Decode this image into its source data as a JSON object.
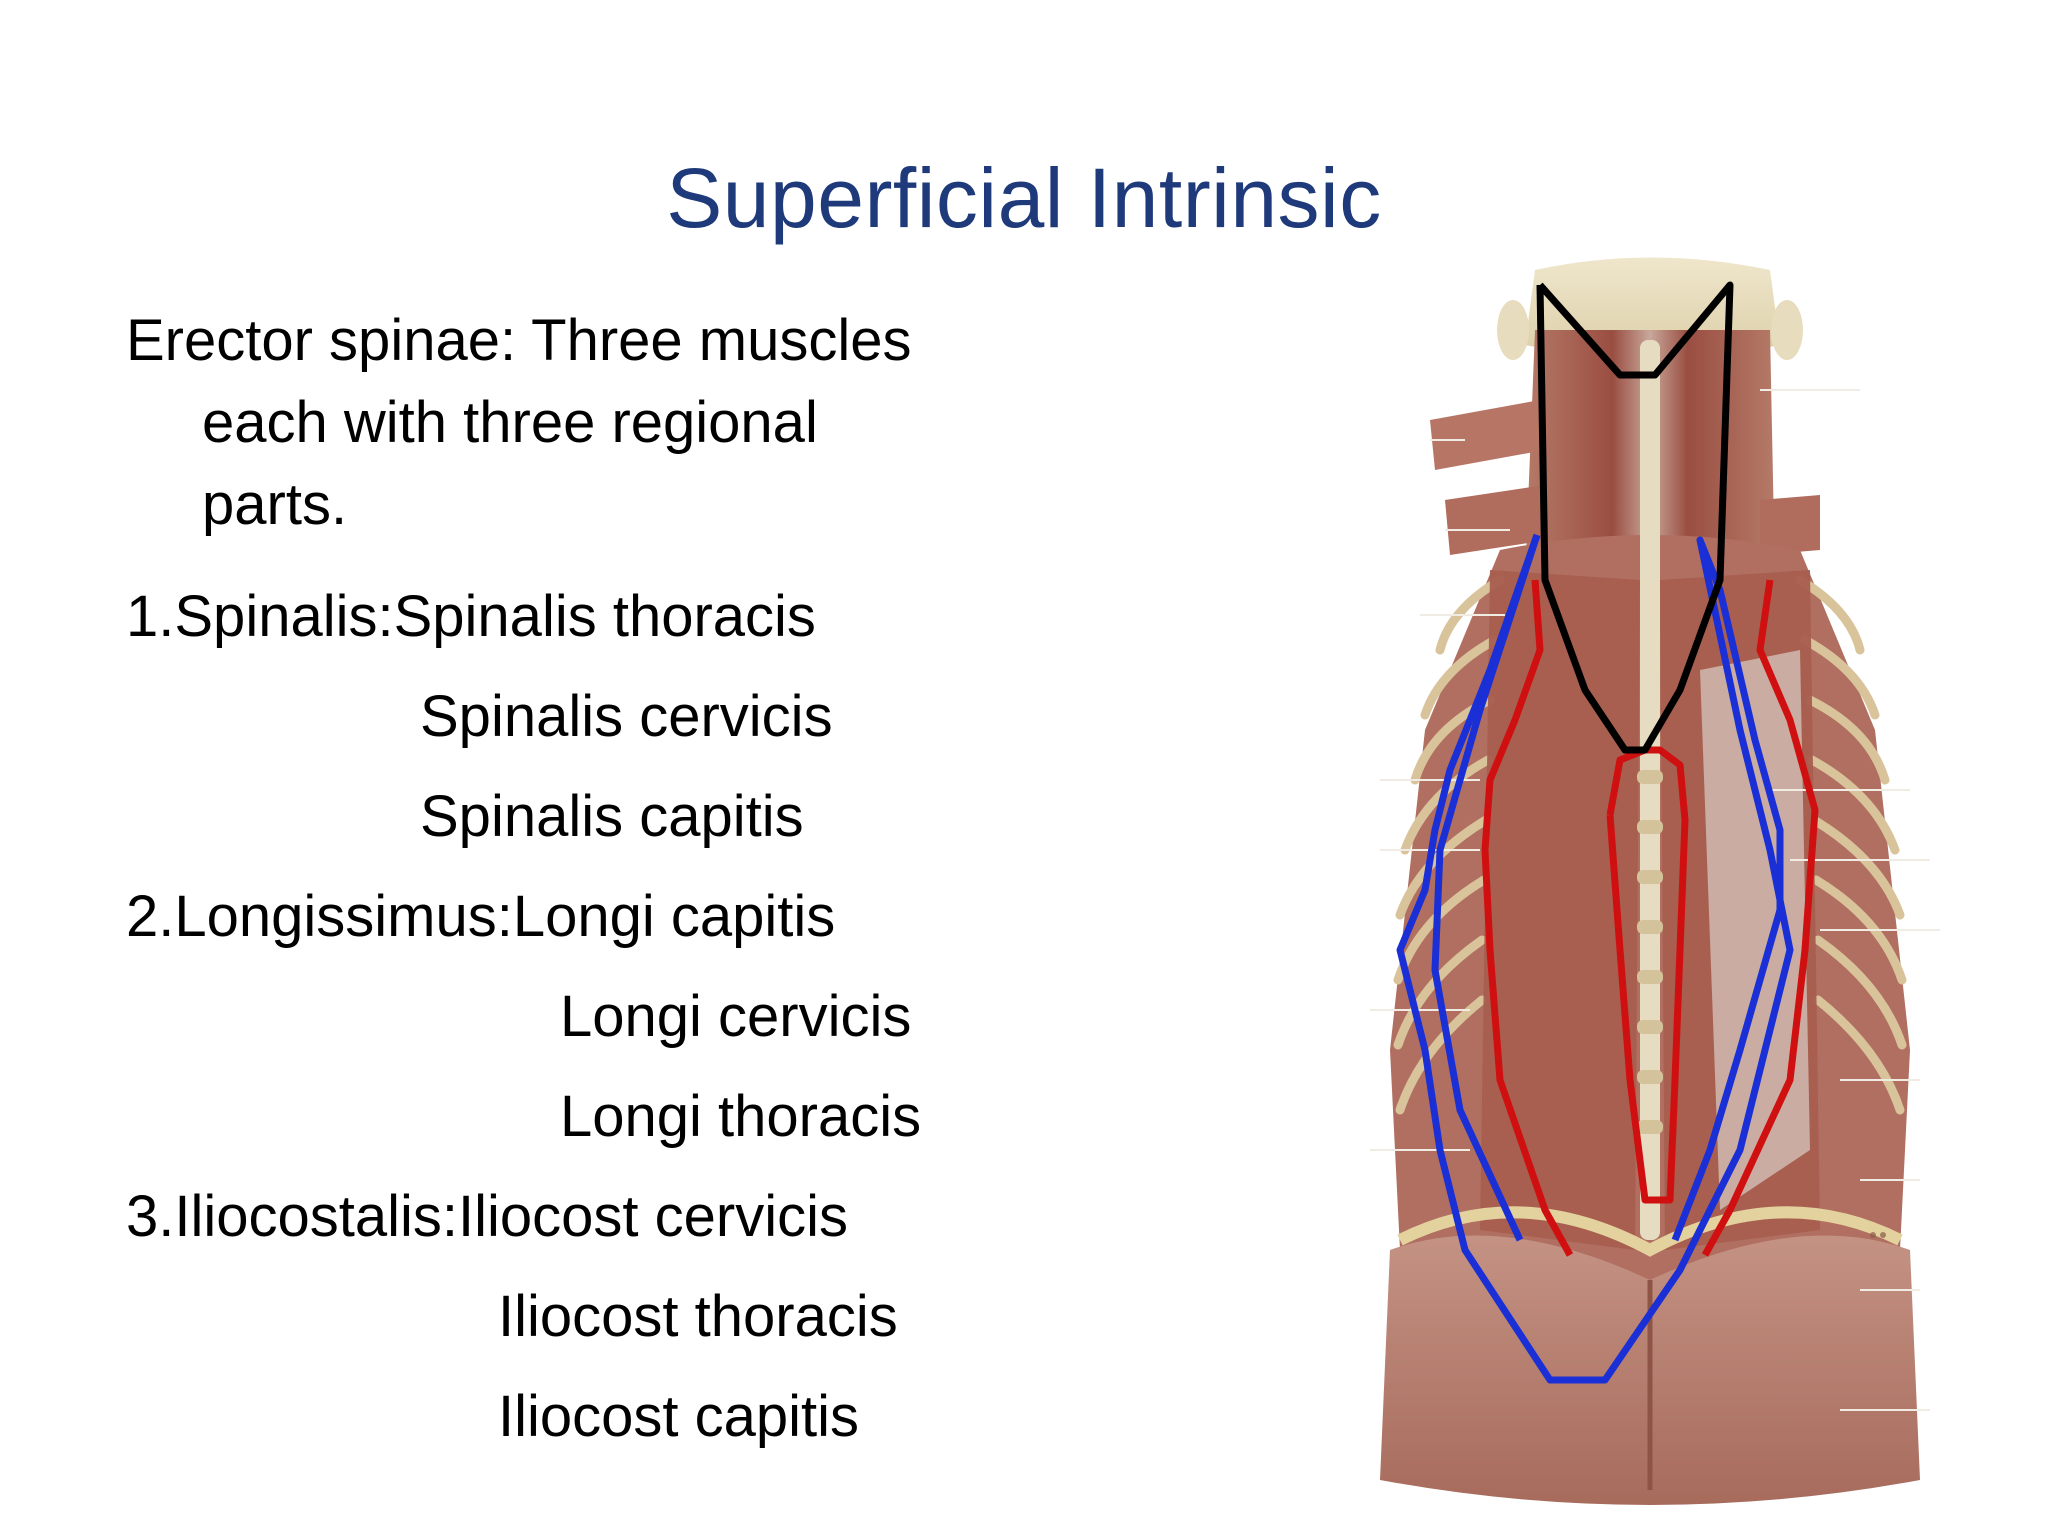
{
  "slide": {
    "title": "Superficial Intrinsic",
    "intro": [
      "Erector spinae: Three muscles",
      "each with three regional",
      "parts."
    ],
    "groups": [
      {
        "heading": "1.Spinalis:Spinalis thoracis",
        "items": [
          "Spinalis cervicis",
          "Spinalis capitis"
        ]
      },
      {
        "heading": "2.Longissimus:Longi capitis",
        "items": [
          "Longi cervicis",
          "Longi thoracis"
        ]
      },
      {
        "heading": "3.Iliocostalis:Iliocost cervicis",
        "items": [
          "Iliocost thoracis",
          "Iliocost capitis"
        ]
      }
    ]
  },
  "colors": {
    "title": "#1f3a7a",
    "outline_black": "#000000",
    "outline_red": "#d01010",
    "outline_blue": "#1a2fd6",
    "muscle": "#a25a4c",
    "skin": "#d9a898",
    "bone": "#ece1c4"
  }
}
